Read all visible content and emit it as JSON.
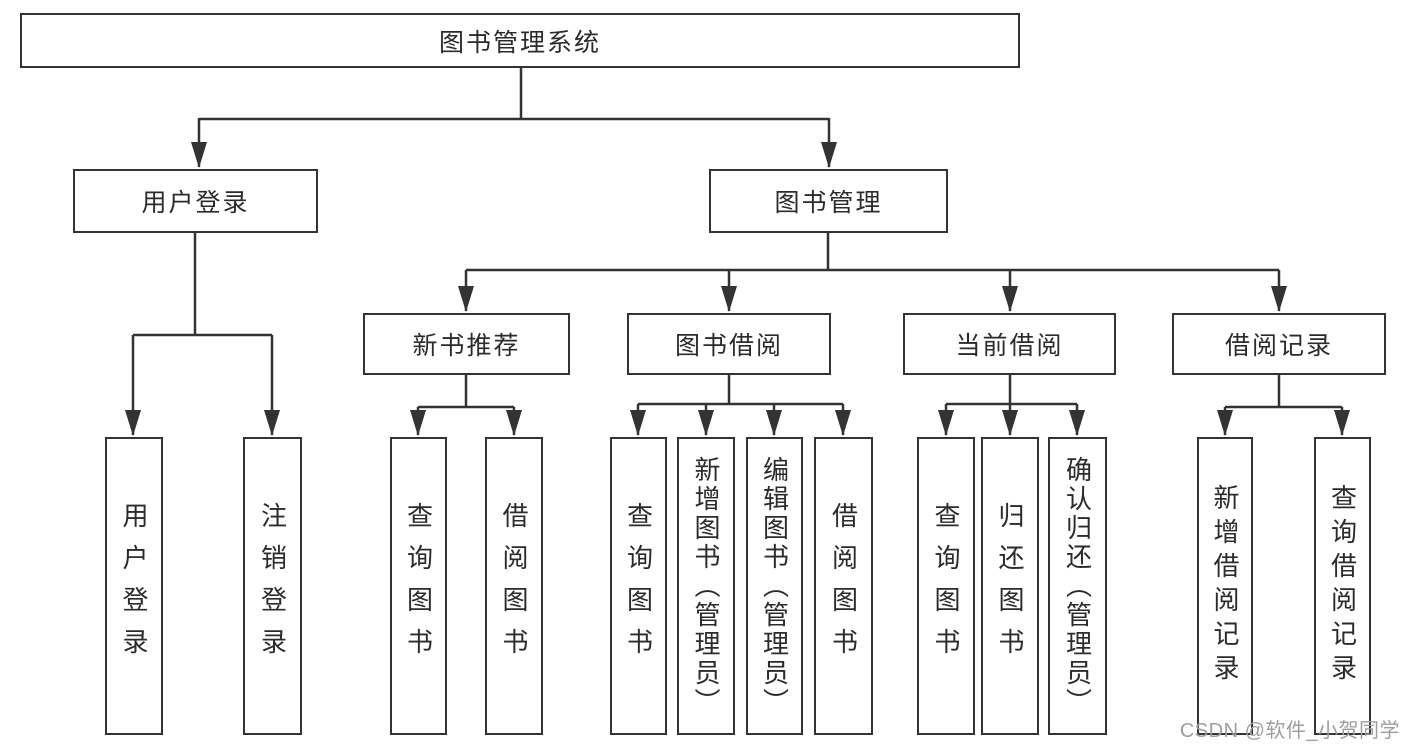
{
  "nodes": {
    "root": "图书管理系统",
    "login": "用户登录",
    "mgmt": "图书管理",
    "user_login": "用户登录",
    "logout": "注销登录",
    "recommend": "新书推荐",
    "borrow": "图书借阅",
    "current": "当前借阅",
    "records": "借阅记录",
    "rec_query": "查询图书",
    "rec_borrow": "借阅图书",
    "bor_query": "查询图书",
    "bor_add": "新增图书（管理员）",
    "bor_edit": "编辑图书（管理员）",
    "bor_borrow": "借阅图书",
    "cur_query": "查询图书",
    "cur_return": "归还图书",
    "cur_confirm": "确认归还（管理员）",
    "recd_add": "新增借阅记录",
    "recd_query": "查询借阅记录"
  },
  "watermark": "CSDN @软件_小贺同学",
  "colors": {
    "line": "#333333",
    "text": "#2b2b2b",
    "background": "#ffffff",
    "watermark": "#9e9e9e"
  }
}
